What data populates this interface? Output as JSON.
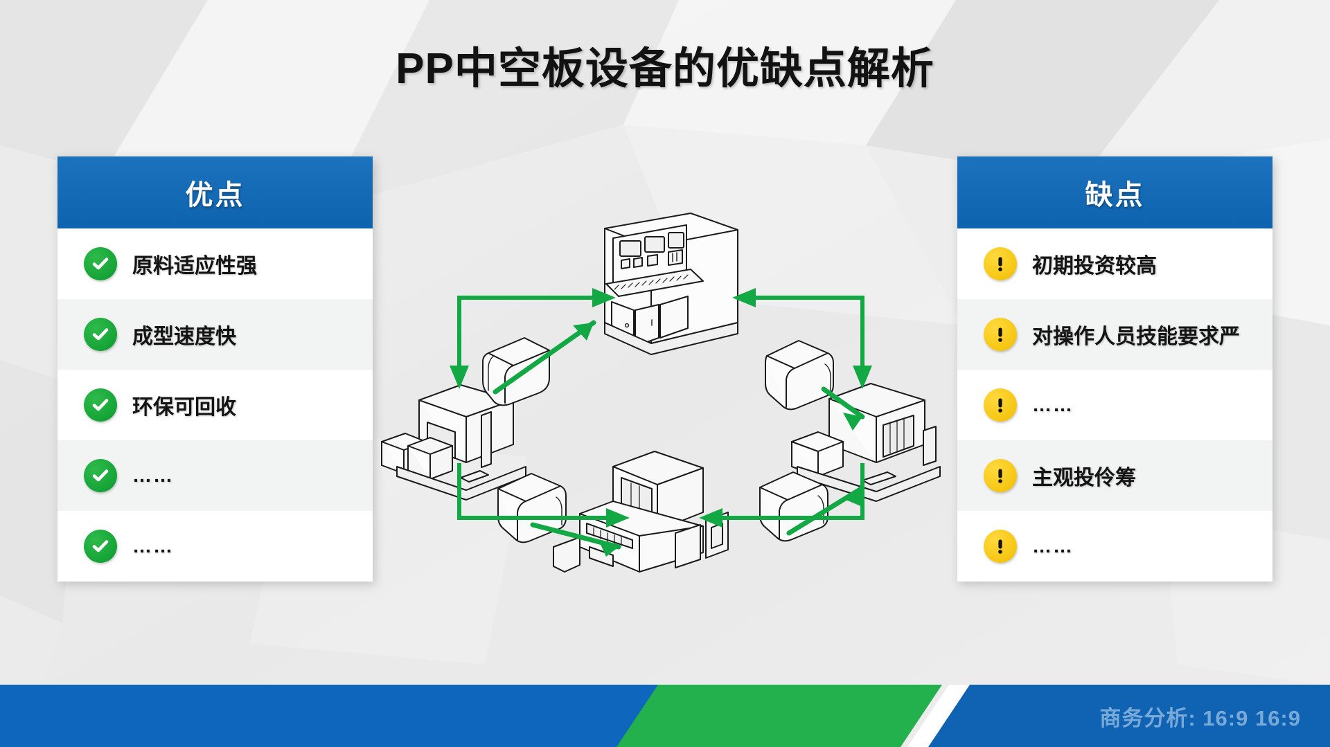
{
  "slide": {
    "title": "PP中空板设备的优缺点解析",
    "background_color": "#ececec"
  },
  "panels": {
    "left": {
      "header": "优点",
      "header_color": "#0d63ae",
      "icon": "check-circle-icon",
      "icon_color": "#15a436",
      "items": [
        {
          "label": "原料适应性强"
        },
        {
          "label": "成型速度快"
        },
        {
          "label": "环保可回收"
        },
        {
          "label": "……"
        },
        {
          "label": "……"
        }
      ]
    },
    "right": {
      "header": "缺点",
      "header_color": "#0d63ae",
      "icon": "warning-circle-icon",
      "icon_color": "#f6c612",
      "items": [
        {
          "label": "初期投资较高"
        },
        {
          "label": "对操作人员技能要求严"
        },
        {
          "label": "……"
        },
        {
          "label": "主观投伶筹"
        },
        {
          "label": "……"
        }
      ]
    }
  },
  "illustration": {
    "name": "production-cycle-diagram",
    "arrow_color": "#12a844",
    "line_color": "#1a1a1a",
    "machines": [
      {
        "position": "top",
        "name": "control-console-machine"
      },
      {
        "position": "left",
        "name": "molding-machine-left"
      },
      {
        "position": "right",
        "name": "molding-machine-right"
      },
      {
        "position": "bottom",
        "name": "extrusion-machine-bottom"
      }
    ],
    "workpieces": [
      {
        "position": "top-left"
      },
      {
        "position": "top-right"
      },
      {
        "position": "bottom-left"
      },
      {
        "position": "bottom-right"
      }
    ]
  },
  "bottom_bar": {
    "note": "商务分析: 16:9  16:9",
    "blue": "#0f66bd",
    "green": "#22b14c"
  }
}
